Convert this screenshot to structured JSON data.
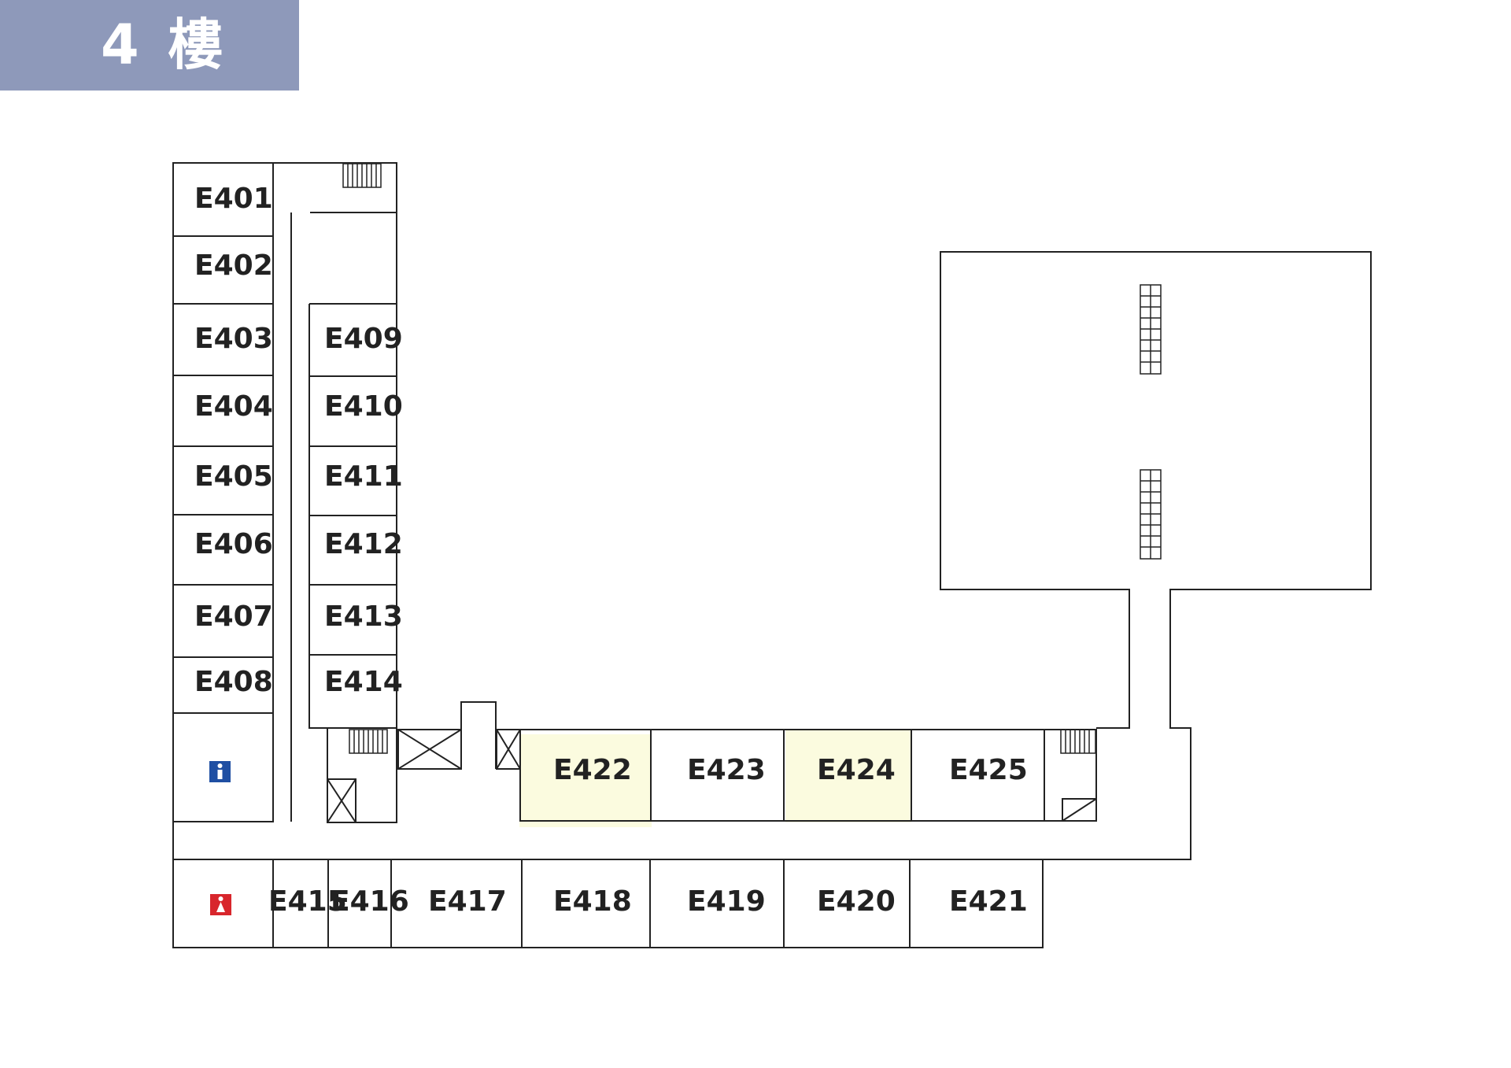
{
  "floor": {
    "title": "4 樓"
  },
  "colors": {
    "header_bg": "#8e99ba",
    "highlight": "#fbfbdf",
    "restroom_male": "#1f4fa3",
    "restroom_female": "#d8262c"
  },
  "rooms": {
    "E401": "E401",
    "E402": "E402",
    "E403": "E403",
    "E404": "E404",
    "E405": "E405",
    "E406": "E406",
    "E407": "E407",
    "E408": "E408",
    "E409": "E409",
    "E410": "E410",
    "E411": "E411",
    "E412": "E412",
    "E413": "E413",
    "E414": "E414",
    "E415": "E415",
    "E416": "E416",
    "E417": "E417",
    "E418": "E418",
    "E419": "E419",
    "E420": "E420",
    "E421": "E421",
    "E422": "E422",
    "E423": "E423",
    "E424": "E424",
    "E425": "E425"
  },
  "highlighted_rooms": [
    "E422",
    "E424"
  ],
  "icons": {
    "male_restroom": "male-restroom-icon",
    "female_restroom": "female-restroom-icon",
    "stairs": "stairs-icon",
    "elevator": "elevator-icon"
  }
}
